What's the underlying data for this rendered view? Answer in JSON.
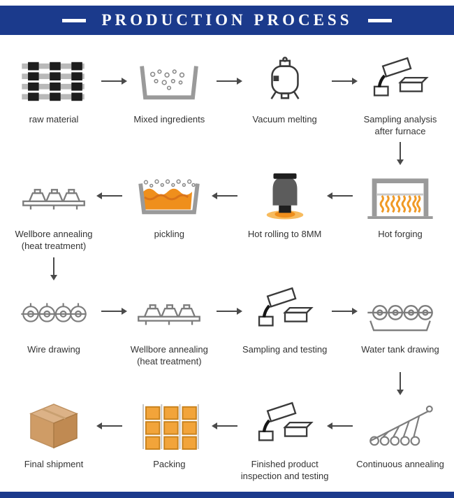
{
  "header": {
    "title": "PRODUCTION PROCESS"
  },
  "colors": {
    "band": "#1b3a8c",
    "arrow": "#4a4a4a",
    "accent_orange": "#f09a26",
    "label_text": "#333333"
  },
  "flow": {
    "rows": [
      {
        "direction": "right",
        "steps": [
          {
            "icon": "raw-material-icon",
            "lines": [
              "raw material"
            ]
          },
          {
            "icon": "mixing-tub-icon",
            "lines": [
              "Mixed ingredients"
            ]
          },
          {
            "icon": "vacuum-vessel-icon",
            "lines": [
              "Vacuum melting"
            ]
          },
          {
            "icon": "pouring-crucible-icon",
            "lines": [
              "Sampling analysis",
              "after furnace"
            ]
          }
        ]
      },
      {
        "direction": "left",
        "steps": [
          {
            "icon": "wellbore-annealing-icon",
            "lines": [
              "Wellbore annealing",
              "(heat treatment)"
            ]
          },
          {
            "icon": "pickling-bath-icon",
            "lines": [
              "pickling"
            ]
          },
          {
            "icon": "hot-rolling-furnace-icon",
            "lines": [
              "Hot rolling to 8MM"
            ]
          },
          {
            "icon": "hot-forging-frame-icon",
            "lines": [
              "Hot forging"
            ]
          }
        ]
      },
      {
        "direction": "right",
        "steps": [
          {
            "icon": "wire-spools-icon",
            "lines": [
              "Wire drawing"
            ]
          },
          {
            "icon": "wellbore-annealing-icon",
            "lines": [
              "Wellbore annealing",
              "(heat treatment)"
            ]
          },
          {
            "icon": "pouring-crucible-icon",
            "lines": [
              "Sampling and testing"
            ]
          },
          {
            "icon": "water-tank-spools-icon",
            "lines": [
              "Water tank drawing"
            ]
          }
        ]
      },
      {
        "direction": "left",
        "steps": [
          {
            "icon": "shipping-box-icon",
            "lines": [
              "Final shipment"
            ]
          },
          {
            "icon": "packing-grid-icon",
            "lines": [
              "Packing"
            ]
          },
          {
            "icon": "pouring-crucible-icon",
            "lines": [
              "Finished product",
              "inspection and testing"
            ]
          },
          {
            "icon": "continuous-annealing-lines-icon",
            "lines": [
              "Continuous annealing"
            ]
          }
        ]
      }
    ],
    "connectors": [
      {
        "after_row": 1,
        "column": 4,
        "direction": "down"
      },
      {
        "after_row": 2,
        "column": 1,
        "direction": "down"
      },
      {
        "after_row": 3,
        "column": 4,
        "direction": "down"
      }
    ]
  }
}
